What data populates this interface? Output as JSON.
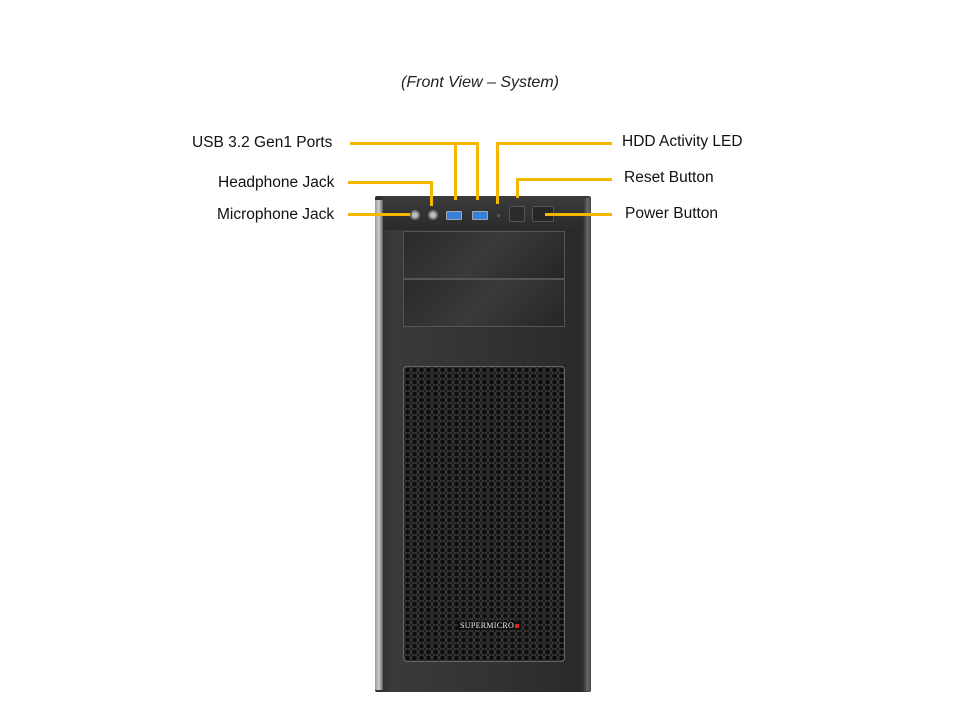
{
  "title": "(Front View – System)",
  "labels": {
    "usb": "USB 3.2 Gen1 Ports",
    "headphone": "Headphone Jack",
    "microphone": "Microphone Jack",
    "hdd_led": "HDD Activity LED",
    "reset": "Reset Button",
    "power": "Power Button"
  },
  "logo": "SUPERMICRO",
  "colors": {
    "leader_line": "#f5b800",
    "chassis": "#2e2e2e",
    "usb_port": "#3a7fd8"
  }
}
